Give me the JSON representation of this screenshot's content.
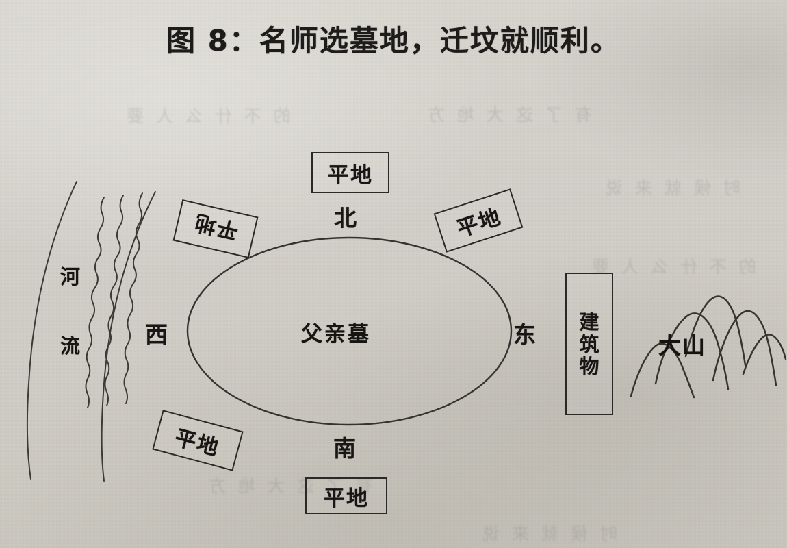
{
  "title": "图 8：名师选墓地，迁坟就顺利。",
  "diagram": {
    "center": {
      "label": "父亲墓",
      "shape": "ellipse"
    },
    "directions": {
      "north": "北",
      "south": "南",
      "west": "西",
      "east": "东"
    },
    "plain_boxes": [
      {
        "id": "north",
        "label": "平地",
        "position": "top",
        "rotation_deg": 0
      },
      {
        "id": "northwest",
        "label": "平地",
        "position": "upper-left",
        "rotation_deg": 193
      },
      {
        "id": "northeast",
        "label": "平地",
        "position": "upper-right",
        "rotation_deg": -18
      },
      {
        "id": "southwest",
        "label": "平地",
        "position": "lower-left",
        "rotation_deg": 15
      },
      {
        "id": "south",
        "label": "平地",
        "position": "bottom",
        "rotation_deg": 0
      }
    ],
    "building": {
      "label": "建筑物",
      "chars": [
        "建",
        "筑",
        "物"
      ],
      "position": "east"
    },
    "river": {
      "label": "河流",
      "chars": [
        "河",
        "流"
      ],
      "position": "west"
    },
    "mountain": {
      "label": "大山",
      "position": "far-east",
      "peaks": 5
    }
  },
  "bleed_through": [
    "的 不 什 么 人 要",
    "有 了 这 大 地 方",
    "时 候 就 来 说"
  ],
  "colors": {
    "paper": "#d3d0c9",
    "ink": "#1d1c1a",
    "line": "#2a2926"
  }
}
